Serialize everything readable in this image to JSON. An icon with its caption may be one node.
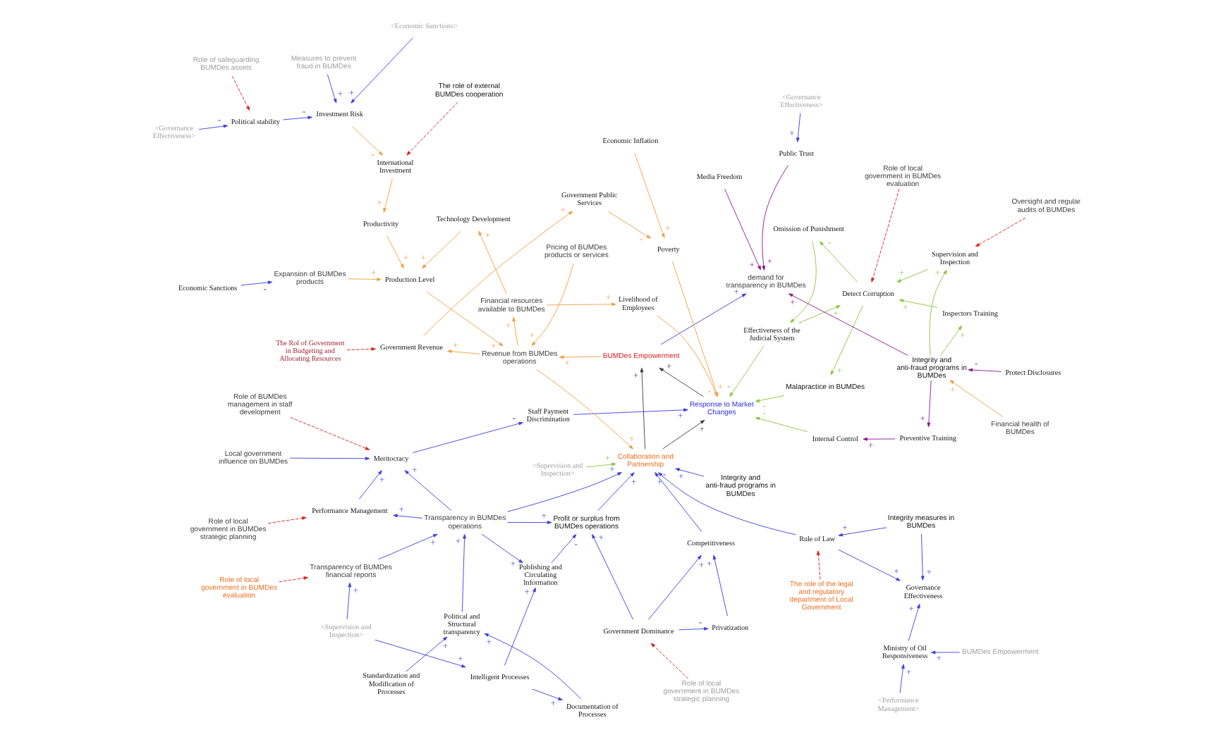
{
  "diagram": {
    "nodes": [
      {
        "text": [
          "Role of local government in BUMDes evaluation"
        ]
      },
      {
        "text": [
          "Documentation of Processes"
        ]
      },
      {
        "text": [
          "<Supervision and Inspection>"
        ]
      },
      {
        "text": [
          "Standardization and Modification of Processes"
        ]
      },
      {
        "text": [
          "Political and Structural transparency"
        ]
      },
      {
        "text": [
          "Transparency of BUMDes financial reports"
        ]
      },
      {
        "text": [
          "Intelligent Processes"
        ]
      },
      {
        "text": [
          "BUMDes Empowerment"
        ]
      },
      {
        "text": [
          "The role of the legal and regulatory department of Local Government"
        ]
      },
      {
        "text": [
          "<Performance Management>"
        ]
      },
      {
        "text": [
          "Ministry of Oil Responsiveness"
        ]
      },
      {
        "text": [
          "Publishing and Circulating Information"
        ]
      },
      {
        "text": [
          "Transparency in BUMDes operations"
        ]
      },
      {
        "text": [
          "Role of local government in BUMDes strategic planning"
        ]
      },
      {
        "text": [
          "Performance Management"
        ]
      },
      {
        "text": [
          "Governance Effectiveness"
        ]
      },
      {
        "text": [
          "Role of local government in BUMDes strategic planning"
        ]
      },
      {
        "text": [
          "Profit or surplus from BUMDes operations"
        ]
      },
      {
        "text": [
          "Rule of Law"
        ]
      },
      {
        "text": [
          "Integrity measures in BUMDes"
        ]
      },
      {
        "text": [
          "Local government influence on BUMDes"
        ]
      },
      {
        "text": [
          "Meritocracy"
        ]
      },
      {
        "text": [
          "Integrity and anti-fraud programs in BUMDes"
        ]
      },
      {
        "text": [
          "Role of safeguarding BUMDes assets"
        ]
      },
      {
        "text": [
          "<Governance Effectiveness>"
        ]
      },
      {
        "text": [
          "Government Dominance"
        ]
      },
      {
        "text": [
          "Competitiveness"
        ]
      },
      {
        "text": [
          "Economic Sanctions"
        ]
      },
      {
        "text": [
          "Staff Payment Discrimination"
        ]
      },
      {
        "text": [
          "Collaboration and Partnership"
        ]
      },
      {
        "text": [
          "Role of BUMDes management in staff development"
        ]
      },
      {
        "text": [
          "Pricing of BUMDes products or services"
        ]
      },
      {
        "text": [
          "Privatization"
        ]
      },
      {
        "text": [
          "Political stability"
        ]
      },
      {
        "text": [
          "<Economic Sanctions>"
        ]
      },
      {
        "text": [
          "Expansion of BUMDes products"
        ]
      },
      {
        "text": [
          "<Supervision and Inspection>"
        ]
      },
      {
        "text": [
          "Measures to prevent fraud in BUMDes"
        ]
      },
      {
        "text": [
          "Investment Risk"
        ]
      },
      {
        "text": [
          "Revenue from BUMDes operations"
        ]
      },
      {
        "text": [
          "Response to Market Changes"
        ]
      },
      {
        "text": [
          "Malapractice in BUMDes"
        ]
      },
      {
        "text": [
          "Detect Corruption"
        ]
      },
      {
        "text": [
          "Role of local government in BUMDes evaluation"
        ]
      },
      {
        "text": [
          "Effectiveness of the Judicial System"
        ]
      },
      {
        "text": [
          "International Investment"
        ]
      },
      {
        "text": [
          "Production Level"
        ]
      },
      {
        "text": [
          "Financial resources available to BUMDes"
        ]
      },
      {
        "text": [
          "Livelihood of Employees"
        ]
      },
      {
        "text": [
          "Internal Control"
        ]
      },
      {
        "text": [
          "Omission of Punishment"
        ]
      },
      {
        "text": [
          "Inspectors Training"
        ]
      },
      {
        "text": [
          "Preventive Training"
        ]
      },
      {
        "text": [
          "BUMDes Empowerment"
        ]
      },
      {
        "text": [
          "The role of external BUMDes cooperation"
        ]
      },
      {
        "text": [
          "Productivity"
        ]
      },
      {
        "text": [
          "Technology Development"
        ]
      },
      {
        "text": [
          "Government Revenue"
        ]
      },
      {
        "text": [
          "Poverty"
        ]
      },
      {
        "text": [
          "Government Public Services"
        ]
      },
      {
        "text": [
          "Economic Inflation"
        ]
      },
      {
        "text": [
          "demand for transparency in BUMDes"
        ]
      },
      {
        "text": [
          "Integrity and anti-fraud programs in BUMDes"
        ]
      },
      {
        "text": [
          "Supervision and Inspection"
        ]
      },
      {
        "text": [
          "Protect Disclosures"
        ]
      },
      {
        "text": [
          "Media Freedom"
        ]
      },
      {
        "text": [
          "Public Trust"
        ]
      },
      {
        "text": [
          "<Governance Effectiveness>"
        ]
      },
      {
        "text": [
          "Financial health of BUMDes"
        ]
      },
      {
        "text": [
          "Oversight and regular audits of BUMDes"
        ]
      },
      {
        "text": [
          "The Rol of Government in Budgeting and Allocating Resources"
        ]
      }
    ],
    "edges": [
      {
        "from": 0,
        "to": 5,
        "arrow": "to",
        "style": "dashed",
        "color": "#e02020"
      },
      {
        "from": 2,
        "to": 6,
        "arrow": "to",
        "label": "+"
      },
      {
        "from": 6,
        "to": 1,
        "arrow": "to",
        "label": "+"
      },
      {
        "from": 1,
        "to": 4,
        "arrow": "to",
        "label": "+"
      },
      {
        "from": 2,
        "to": 5,
        "arrow": "to",
        "label": "+"
      },
      {
        "from": 6,
        "to": 11,
        "arrow": "to",
        "label": "+"
      },
      {
        "from": 3,
        "to": 4,
        "arrow": "to",
        "label": "+"
      },
      {
        "from": 4,
        "to": 12,
        "arrow": "to",
        "label": "+"
      },
      {
        "from": 5,
        "to": 12,
        "arrow": "to",
        "label": "+"
      },
      {
        "from": 7,
        "to": 10,
        "arrow": "to",
        "label": "+"
      },
      {
        "from": 9,
        "to": 10,
        "arrow": "to",
        "label": "+"
      },
      {
        "from": 10,
        "to": 15,
        "arrow": "to",
        "label": "+"
      },
      {
        "from": 12,
        "to": 11,
        "arrow": "to",
        "label": "+"
      },
      {
        "from": 12,
        "to": 17,
        "arrow": "to",
        "label": "+"
      },
      {
        "from": 11,
        "to": 17,
        "arrow": "to",
        "label": "-"
      },
      {
        "from": 12,
        "to": 29,
        "arrow": "to",
        "label": "+"
      },
      {
        "from": 12,
        "to": 14,
        "arrow": "to",
        "label": "+"
      },
      {
        "from": 13,
        "to": 14,
        "arrow": "to",
        "style": "dashed",
        "color": "#e02020"
      },
      {
        "from": 14,
        "to": 21,
        "arrow": "to",
        "label": "+"
      },
      {
        "from": 20,
        "to": 21,
        "arrow": "to"
      },
      {
        "from": 30,
        "to": 21,
        "arrow": "to",
        "style": "dashed",
        "color": "#e02020"
      },
      {
        "from": 21,
        "to": 28,
        "arrow": "to",
        "label": "-"
      },
      {
        "from": 12,
        "to": 21,
        "arrow": "to",
        "label": "+"
      },
      {
        "from": 22,
        "to": 29,
        "arrow": "to",
        "label": "+"
      },
      {
        "from": 19,
        "to": 18,
        "arrow": "to",
        "label": "+"
      },
      {
        "from": 18,
        "to": 15,
        "arrow": "to",
        "label": "+"
      },
      {
        "from": 8,
        "to": 18,
        "arrow": "to",
        "style": "dashed",
        "color": "#e02020"
      },
      {
        "from": 19,
        "to": 15,
        "arrow": "to",
        "label": "+"
      },
      {
        "from": 25,
        "to": 17,
        "arrow": "to",
        "label": "+"
      },
      {
        "from": 18,
        "to": 29,
        "arrow": "to",
        "label": "+"
      },
      {
        "from": 17,
        "to": 29,
        "arrow": "to",
        "label": "+"
      },
      {
        "from": 16,
        "to": 25,
        "arrow": "to",
        "style": "dashed",
        "color": "#e02020"
      },
      {
        "from": 25,
        "to": 26,
        "arrow": "to",
        "label": "+"
      },
      {
        "from": 25,
        "to": 32,
        "arrow": "to",
        "label": "-"
      },
      {
        "from": 26,
        "to": 29,
        "arrow": "to",
        "label": "-"
      },
      {
        "from": 32,
        "to": 26,
        "arrow": "to",
        "label": "+"
      },
      {
        "from": 27,
        "to": 35,
        "arrow": "to",
        "label": "-"
      },
      {
        "from": 24,
        "to": 33,
        "arrow": "to",
        "label": "-"
      },
      {
        "from": 23,
        "to": 33,
        "arrow": "to",
        "style": "dashed",
        "color": "#e02020"
      },
      {
        "from": 33,
        "to": 38,
        "arrow": "to",
        "label": "-"
      },
      {
        "from": 34,
        "to": 38,
        "arrow": "to",
        "label": "+"
      },
      {
        "from": 37,
        "to": 38,
        "arrow": "to",
        "label": "+"
      },
      {
        "from": 38,
        "to": 45,
        "arrow": "to",
        "label": "-",
        "color": "#f0a040"
      },
      {
        "from": 54,
        "to": 45,
        "arrow": "to",
        "style": "dashed",
        "color": "#e02020"
      },
      {
        "from": 45,
        "to": 55,
        "arrow": "to",
        "label": "+",
        "color": "#f0a040"
      },
      {
        "from": 55,
        "to": 46,
        "arrow": "to",
        "label": "+",
        "color": "#f0a040"
      },
      {
        "from": 56,
        "to": 46,
        "arrow": "to",
        "label": "+",
        "color": "#f0a040"
      },
      {
        "from": 35,
        "to": 46,
        "arrow": "to",
        "label": "+",
        "color": "#f0a040"
      },
      {
        "from": 46,
        "to": 39,
        "arrow": "to",
        "label": "+",
        "color": "#f0a040"
      },
      {
        "from": 39,
        "to": 29,
        "arrow": "to",
        "label": "+",
        "color": "#f0a040"
      },
      {
        "from": 31,
        "to": 39,
        "arrow": "to",
        "label": "+",
        "color": "#f0a040"
      },
      {
        "from": 39,
        "to": 47,
        "arrow": "to",
        "label": "+",
        "color": "#f0a040"
      },
      {
        "from": 47,
        "to": 56,
        "arrow": "to",
        "label": "+",
        "color": "#f0a040"
      },
      {
        "from": 47,
        "to": 48,
        "arrow": "to",
        "label": "+",
        "color": "#f0a040"
      },
      {
        "from": 39,
        "to": 57,
        "arrow": "to",
        "label": "+",
        "color": "#f0a040"
      },
      {
        "from": 57,
        "to": 59,
        "arrow": "to",
        "label": "+",
        "color": "#f0a040"
      },
      {
        "from": 59,
        "to": 58,
        "arrow": "to",
        "label": "-",
        "color": "#f0a040"
      },
      {
        "from": 60,
        "to": 58,
        "arrow": "to",
        "label": "+",
        "color": "#f0a040"
      },
      {
        "from": 58,
        "to": 40,
        "arrow": "to",
        "label": "-",
        "color": "#f0a040"
      },
      {
        "from": 48,
        "to": 40,
        "arrow": "to",
        "label": "+",
        "color": "#f0a040"
      },
      {
        "from": 70,
        "to": 57,
        "arrow": "to",
        "style": "dashed",
        "color": "#e02020"
      },
      {
        "from": 53,
        "to": 39,
        "arrow": "to",
        "label": "+",
        "color": "#f0a040"
      },
      {
        "from": 29,
        "to": 40,
        "arrow": "to",
        "label": "+",
        "color": "#404040"
      },
      {
        "from": 29,
        "to": 53,
        "arrow": "to",
        "label": "+",
        "color": "#404040"
      },
      {
        "from": 40,
        "to": 53,
        "arrow": "to",
        "label": "+",
        "color": "#404040"
      },
      {
        "from": 53,
        "to": 61,
        "arrow": "to",
        "label": "+"
      },
      {
        "from": 65,
        "to": 61,
        "arrow": "to",
        "label": "+",
        "color": "#8b1a8b"
      },
      {
        "from": 66,
        "to": 61,
        "arrow": "to",
        "label": "+",
        "color": "#8b1a8b"
      },
      {
        "from": 67,
        "to": 66,
        "arrow": "to",
        "label": "+"
      },
      {
        "from": 62,
        "to": 61,
        "arrow": "to",
        "label": "+",
        "color": "#8b1a8b"
      },
      {
        "from": 62,
        "to": 52,
        "arrow": "to",
        "label": "+",
        "color": "#8b1a8b"
      },
      {
        "from": 52,
        "to": 49,
        "arrow": "to",
        "label": "+",
        "color": "#8b1a8b"
      },
      {
        "from": 64,
        "to": 62,
        "arrow": "to",
        "label": "-",
        "color": "#8b1a8b"
      },
      {
        "from": 68,
        "to": 62,
        "arrow": "to",
        "label": "+",
        "color": "#f0a040"
      },
      {
        "from": 62,
        "to": 51,
        "arrow": "to",
        "label": "+",
        "color": "#8cc63f"
      },
      {
        "from": 62,
        "to": 63,
        "arrow": "to",
        "label": "+",
        "color": "#8cc63f"
      },
      {
        "from": 63,
        "to": 42,
        "arrow": "to",
        "label": "+",
        "color": "#8cc63f"
      },
      {
        "from": 51,
        "to": 42,
        "arrow": "to",
        "label": "+",
        "color": "#8cc63f"
      },
      {
        "from": 42,
        "to": 50,
        "arrow": "to",
        "label": "-",
        "color": "#8cc63f"
      },
      {
        "from": 50,
        "to": 44,
        "arrow": "to",
        "label": "-",
        "color": "#8cc63f"
      },
      {
        "from": 44,
        "to": 42,
        "arrow": "to",
        "label": "+",
        "color": "#8cc63f"
      },
      {
        "from": 42,
        "to": 41,
        "arrow": "to",
        "label": "+",
        "color": "#8cc63f"
      },
      {
        "from": 43,
        "to": 42,
        "arrow": "to",
        "style": "dashed",
        "color": "#e02020"
      },
      {
        "from": 69,
        "to": 63,
        "arrow": "to",
        "style": "dashed",
        "color": "#e02020"
      },
      {
        "from": 49,
        "to": 40,
        "arrow": "to",
        "label": "-",
        "color": "#8cc63f"
      },
      {
        "from": 41,
        "to": 40,
        "arrow": "to",
        "label": "-",
        "color": "#8cc63f"
      },
      {
        "from": 44,
        "to": 40,
        "arrow": "to",
        "label": "-",
        "color": "#8cc63f"
      },
      {
        "from": 36,
        "to": 29,
        "arrow": "to",
        "label": "+",
        "color": "#8cc63f"
      },
      {
        "from": 28,
        "to": 40,
        "arrow": "to",
        "label": "+"
      }
    ]
  }
}
